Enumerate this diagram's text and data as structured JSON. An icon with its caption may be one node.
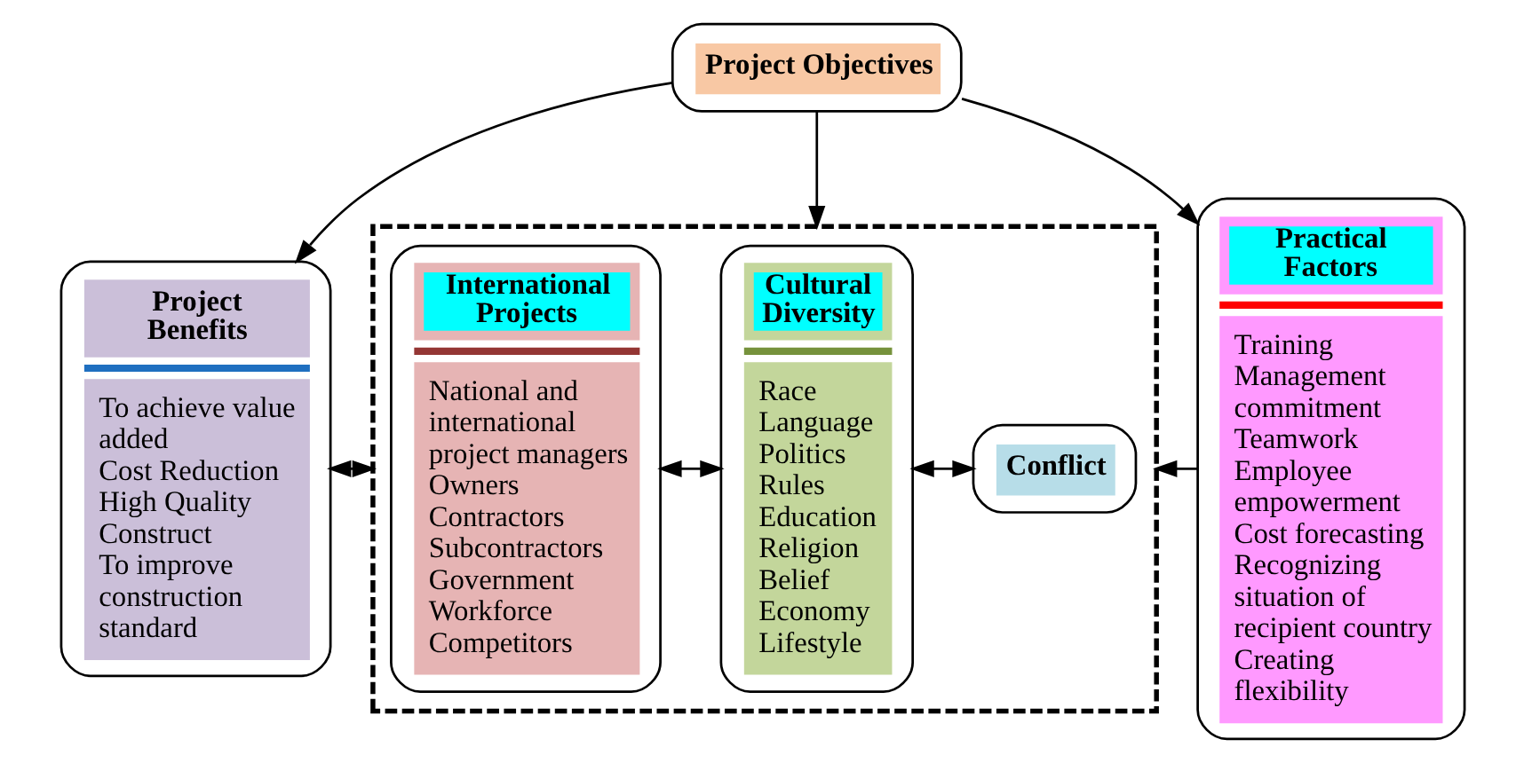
{
  "diagram": {
    "nodes": [
      {
        "text": [
          "Project Objectives"
        ]
      },
      {
        "text": [
          "Project Benefits",
          "To achieve value added",
          "Cost Reduction",
          "High Quality Construct",
          "To improve construction standard"
        ]
      },
      {
        "text": [],
        "shape": "box"
      },
      {
        "text": [
          "International Projects",
          "National and international project managers",
          "Owners",
          "Contractors",
          "Subcontractors",
          "Government",
          "Workforce",
          "Competitors"
        ],
        "in": 2
      },
      {
        "text": [
          "Cultural Diversity",
          "Race",
          "Language",
          "Politics",
          "Rules",
          "Education",
          "Religion",
          "Belief",
          "Economy",
          "Lifestyle"
        ],
        "in": 2
      },
      {
        "text": [
          "Conflict"
        ],
        "in": 2
      },
      {
        "text": [
          "Practical Factors",
          "Training",
          "Management commitment",
          "Teamwork",
          "Employee empowerment",
          "Cost forecasting",
          "Recognizing situation of recipient country",
          "Creating flexibility"
        ]
      }
    ],
    "edges": [
      {
        "from": 0,
        "to": 1,
        "arrow": "to"
      },
      {
        "from": 0,
        "to": 2,
        "arrow": "to"
      },
      {
        "from": 0,
        "to": 6,
        "arrow": "to"
      },
      {
        "from": 1,
        "to": 2,
        "arrow": "both"
      },
      {
        "from": 3,
        "to": 4,
        "arrow": "both"
      },
      {
        "from": 4,
        "to": 5,
        "arrow": "both"
      },
      {
        "from": 6,
        "to": 2,
        "arrow": "to"
      }
    ]
  }
}
